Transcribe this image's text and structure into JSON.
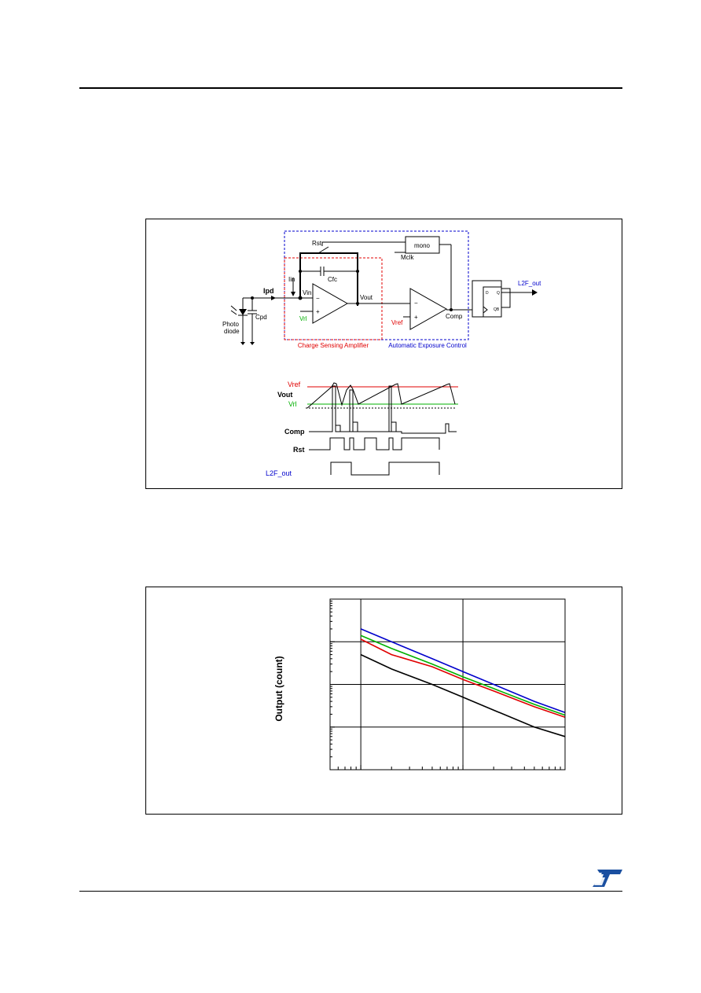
{
  "colors": {
    "red": "#e00000",
    "green": "#00b000",
    "blue": "#0000cc",
    "black": "#000000",
    "logo_blue": "#1a4fa0"
  },
  "icons": {
    "brand": "st-logo-icon"
  },
  "circuit": {
    "labels": {
      "rst": "Rst",
      "mono": "mono",
      "mclk": "Mclk",
      "iin": "Iin",
      "cfc": "Cfc",
      "ipd": "Ipd",
      "vin": "Vin",
      "vout": "Vout",
      "vrl": "Vrl",
      "photodiode_1": "Photo",
      "photodiode_2": "diode",
      "cpd": "Cpd",
      "vref": "Vref",
      "comp": "Comp",
      "l2f_out": "L2F_out",
      "ff_d": "D",
      "ff_q": "Q",
      "ff_qb": "QB",
      "block_csa": "Charge Sensing Amplifier",
      "block_aec": "Automatic Exposure Control"
    }
  },
  "timing": {
    "labels": {
      "vref": "Vref",
      "vout": "Vout",
      "vrl": "Vrl",
      "comp": "Comp",
      "rst": "Rst",
      "l2f_out": "L2F_out"
    }
  },
  "chart_data": {
    "type": "line",
    "title": "",
    "xlabel": "",
    "ylabel": "Output (count)",
    "xscale": "log",
    "yscale": "log",
    "xlim": [
      0.5,
      100
    ],
    "ylim": [
      1,
      10000
    ],
    "grid": true,
    "series": [
      {
        "color": "#0000cc",
        "x": [
          1,
          2,
          5,
          10,
          20,
          50,
          100
        ],
        "y": [
          2000,
          1000,
          400,
          200,
          100,
          40,
          22
        ]
      },
      {
        "color": "#00b000",
        "x": [
          1,
          2,
          5,
          10,
          20,
          50,
          100
        ],
        "y": [
          1400,
          700,
          300,
          150,
          80,
          34,
          19
        ]
      },
      {
        "color": "#e00000",
        "x": [
          1,
          2,
          5,
          10,
          20,
          50,
          100
        ],
        "y": [
          1150,
          500,
          260,
          130,
          70,
          30,
          17
        ]
      },
      {
        "color": "#000000",
        "x": [
          1,
          2,
          5,
          10,
          20,
          50,
          100
        ],
        "y": [
          500,
          230,
          100,
          50,
          25,
          10,
          6
        ]
      }
    ]
  }
}
